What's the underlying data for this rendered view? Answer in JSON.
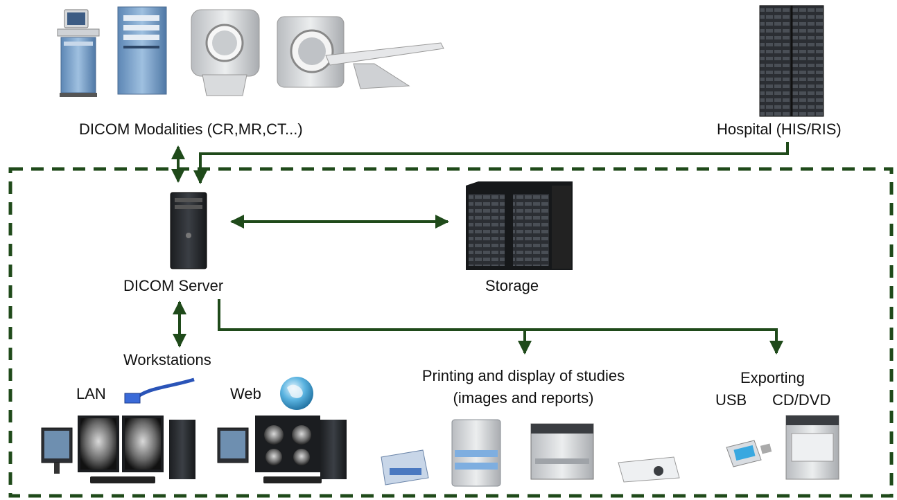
{
  "colors": {
    "line": "#1f4a1a",
    "border": "#1f4a1a",
    "device_gray": "#d4d6d8",
    "device_blue": "#6f9bc9",
    "rack_dark": "#2a2d31"
  },
  "labels": {
    "modalities": "DICOM Modalities (CR,MR,CT...)",
    "hospital": "Hospital (HIS/RIS)",
    "server": "DICOM Server",
    "storage": "Storage",
    "workstations": "Workstations",
    "lan": "LAN",
    "web": "Web",
    "printing_line1": "Printing and display of studies",
    "printing_line2": "(images and reports)",
    "exporting": "Exporting",
    "usb": "USB",
    "cddvd": "CD/DVD"
  },
  "icons": {
    "modality_1": "ultrasound-cart-icon",
    "modality_2": "cr-reader-icon",
    "modality_3": "mri-scanner-icon",
    "modality_4": "ct-scanner-icon",
    "hospital": "server-rack-icon",
    "server": "tower-server-icon",
    "storage": "storage-rack-icon",
    "lan": "ethernet-cable-icon",
    "web": "globe-icon",
    "workstation": "monitor-icon",
    "printers": "printer-icon",
    "usb": "usb-stick-icon",
    "disc": "disc-publisher-icon"
  }
}
